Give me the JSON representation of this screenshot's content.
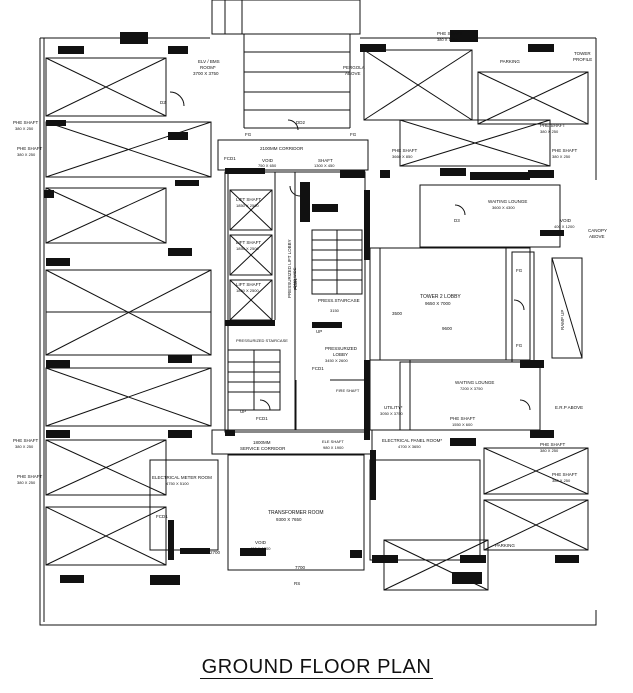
{
  "title": "GROUND FLOOR PLAN",
  "labels": {
    "elv_bms": "ELV / BMS",
    "elv_room": "ROOM*",
    "elv_dim": "3700 X 3750",
    "pergola": "PERGOLA",
    "pergola_above": "ABOVE",
    "parking_top": "PARKING",
    "parking_bottom": "PARKING",
    "tower": "TOWER",
    "profile": "PROFILE",
    "phe_shaft_tr": "PHE SHAFT",
    "phe_shaft_tr_dim": "380 X 1500",
    "phe_shaft_r1": "PHE SHAFT",
    "phe_shaft_r1_dim": "380 X 250",
    "phe_shaft_r2": "PHE SHAFT",
    "phe_shaft_r2_dim": "380 X 250",
    "phe_shaft_l1": "PHE SHAFT",
    "phe_shaft_l1_dim": "380 X 250",
    "phe_shaft_l2": "PHE SHAFT",
    "phe_shaft_l2_dim": "380 X 250",
    "phe_shaft_l3": "PHE SHAFT",
    "phe_shaft_l3_dim": "380 X 250",
    "phe_shaft_l4": "PHE SHAFT",
    "phe_shaft_l4_dim": "380 X 250",
    "phe_shaft_r3": "PHE SHAFT",
    "phe_shaft_r3_dim": "380 X 250",
    "phe_shaft_r4": "PHE SHAFT",
    "phe_shaft_r4_dim": "380 X 250",
    "phe_shaft_mid": "PHE SHAFT",
    "phe_shaft_mid_dim": "3660 X 850",
    "phe_shaft_lower": "PHE SHAFT",
    "phe_shaft_lower_dim": "1550 X 600",
    "corridor": "2100MM CORRIDOR",
    "void": "VOID",
    "void_dim": "750 X 650",
    "shaft": "SHAFT",
    "shaft_dim": "1300 X 450",
    "lift_shaft": "LIFT SHAFT",
    "lift_dim": "1850 X 2500",
    "pressurized_lift_lobby": "PRESSURIZED LIFT LOBBY",
    "pressurized_lift_lobby_dim": "2400 WIDE",
    "pressurized_staircase": "PRESSURIZED STAIRCASE",
    "press_staircase": "PRESS.STAIRCASE",
    "pressurized_lobby": "PRESSURIZED",
    "pressurized_lobby_2": "LOBBY",
    "pressurized_lobby_dim": "3450 X 2600",
    "fire_shaft": "FIRE SHAFT",
    "waiting_lounge_top": "WAITING LOUNGE",
    "waiting_lounge_top_dim": "3600 X 4300",
    "waiting_lounge_bottom": "WAITING LOUNGE",
    "waiting_lounge_bottom_dim": "7200 X 3750",
    "tower2_lobby": "TOWER 2 LOBBY",
    "tower2_lobby_dim": "9650 X 7000",
    "void_r": "VOID",
    "void_r_dim": "400 X 1200",
    "canopy": "CANOPY",
    "canopy_above": "ABOVE",
    "erp_above": "E.R.P ABOVE",
    "utility": "UTILITY*",
    "utility_dim": "3050 X 3750",
    "electrical_panel": "ELECTRICAL PANEL ROOM*",
    "electrical_panel_dim": "4700 X 3650",
    "electrical_meter": "ELECTRICAL METER ROOM",
    "electrical_meter_dim": "4750 X 5100",
    "transformer": "TRANSFORMER ROOM",
    "transformer_dim": "9300 X 7650",
    "service_corridor": "1800MM",
    "service_corridor_2": "SERVICE CORRIDOR",
    "void_b": "VOID",
    "void_b_dim": "400 X 1200",
    "ele_shaft": "ELE SHAFT",
    "ele_shaft_dim": "980 X 1900",
    "fcd1": "FCD1",
    "fcd1_b": "FCD1",
    "fcd1_c": "FCD1",
    "fcd1_d": "FCD1",
    "fcd1_e": "FCD1",
    "dim_2700": "2700",
    "dim_7700": "7700",
    "dim_3150": "3150",
    "dim_9600": "9600",
    "dim_3500": "3500",
    "fg": "FG",
    "rs": "RS",
    "up": "UP",
    "ramp_up": "RAMP UP",
    "d2": "D2",
    "d3": "D3",
    "dd2": "DD2"
  }
}
